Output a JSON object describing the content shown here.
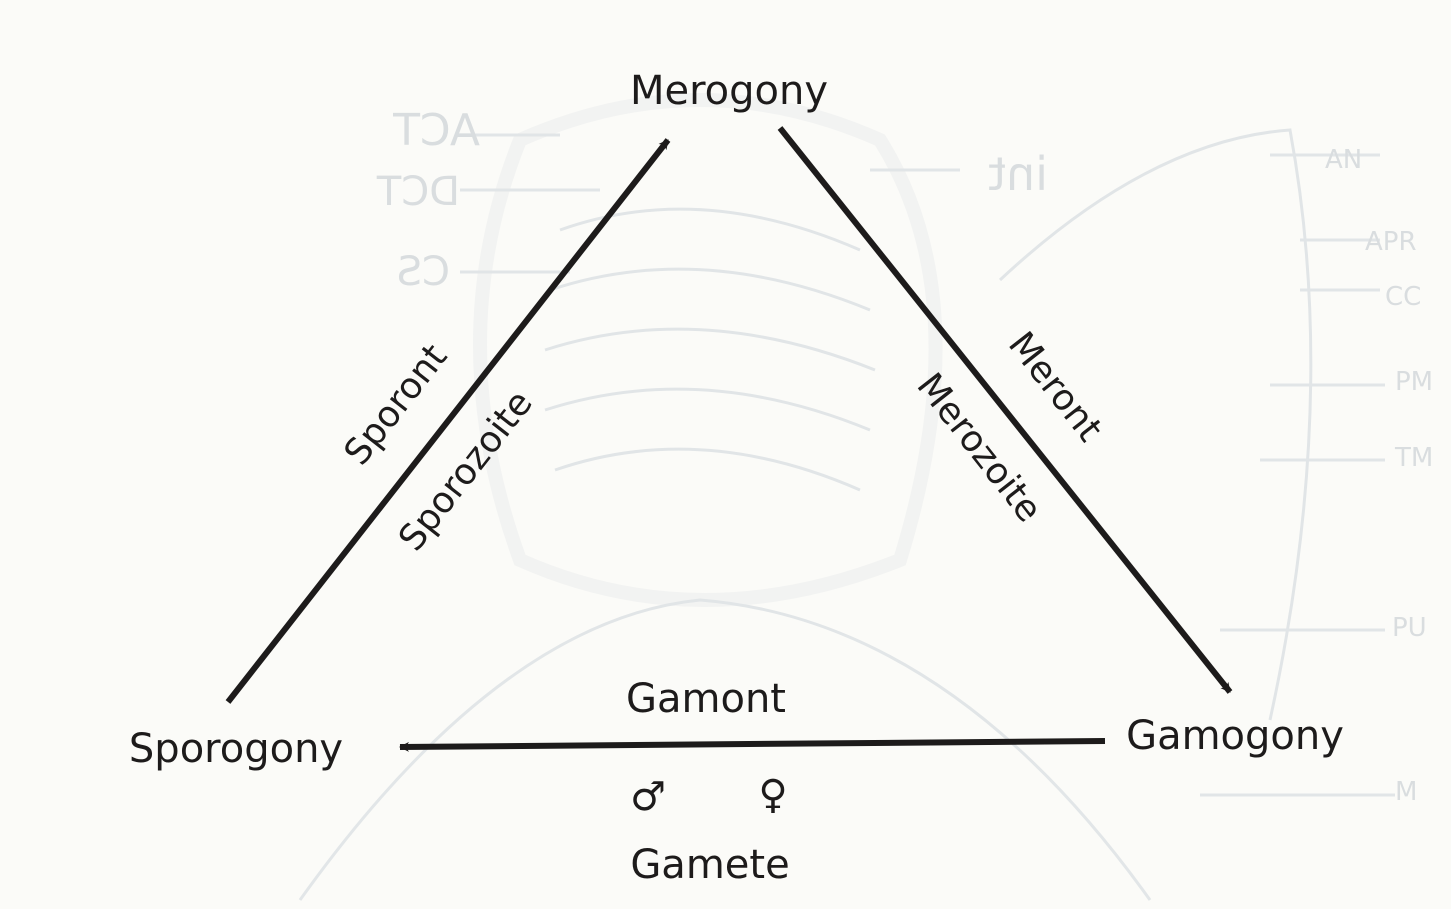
{
  "nodes": {
    "top": "Merogony",
    "right": "Gamogony",
    "left": "Sporogony"
  },
  "edges": {
    "merogony_to_gamogony": {
      "outer": "Meront",
      "inner": "Merozoite"
    },
    "gamogony_to_sporogony": {
      "top": "Gamont",
      "bottom": "Gamete",
      "male_symbol": "♂",
      "female_symbol": "♀"
    },
    "sporogony_to_merogony": {
      "outer": "Sporont",
      "inner": "Sporozoite"
    }
  },
  "background_labels": [
    "ACT",
    "DCT",
    "CS",
    "int",
    "AN",
    "APR",
    "CC",
    "PM",
    "TM",
    "PU",
    "M"
  ],
  "colors": {
    "ink": "#1d1b1b",
    "background": "#fbfbf8",
    "faint": "#d6dadd"
  }
}
